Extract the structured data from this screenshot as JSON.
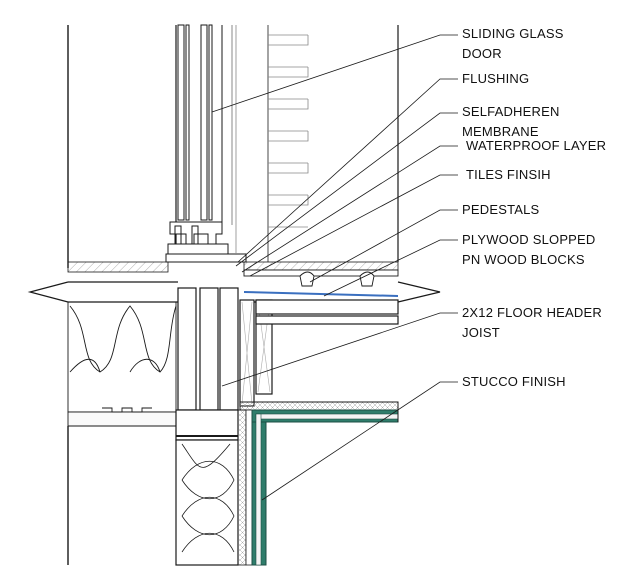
{
  "callouts": {
    "sliding_glass_door": [
      "SLIDING GLASS",
      "DOOR"
    ],
    "flushing": [
      "FLUSHING"
    ],
    "selfadheren_membrane": [
      "SELFADHEREN",
      "MEMBRANE"
    ],
    "waterproof_layer": [
      "WATERPROOF LAYER"
    ],
    "tiles_finish": [
      "TILES FINSIH"
    ],
    "pedestals": [
      "PEDESTALS"
    ],
    "plywood_slopped": [
      "PLYWOOD SLOPPED",
      "PN WOOD BLOCKS"
    ],
    "floor_header": [
      "2X12 FLOOR HEADER",
      "JOIST"
    ],
    "stucco_finish": [
      "STUCCO FINISH"
    ]
  },
  "colors": {
    "line": "#1a1a1a",
    "membrane": "#2f7d6b",
    "membrane_dark": "#1d4f44",
    "waterproof": "#3a6fbf",
    "hatch": "#9a9a9a",
    "panel": "#f4f4f4"
  }
}
